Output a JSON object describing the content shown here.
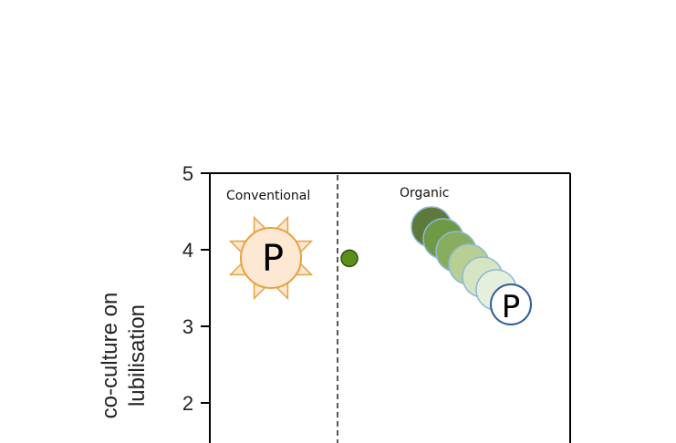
{
  "chart_data": {
    "type": "scatter",
    "ylim": [
      1,
      5
    ],
    "y_ticks": [
      "2",
      "3",
      "4",
      "5"
    ],
    "ylabel_lines": [
      "co-culture on",
      "lubilisation"
    ],
    "region_labels": [
      "Conventional",
      "Organic"
    ],
    "series": [
      {
        "values": [
          3.9
        ],
        "color": "#5e8e1a"
      }
    ],
    "icons": {
      "sun_letter": "P",
      "organic_letter": "P",
      "sun_colors": {
        "fill": "#fde8d3",
        "stroke": "#e8a13c"
      },
      "organic_bubble_colors": [
        "#5e7a3a",
        "#6f9a45",
        "#88ad5c",
        "#b7cf92",
        "#d6e5c1",
        "#e6efdc",
        "#ffffff"
      ]
    },
    "grid": false,
    "divider": "dashed"
  }
}
